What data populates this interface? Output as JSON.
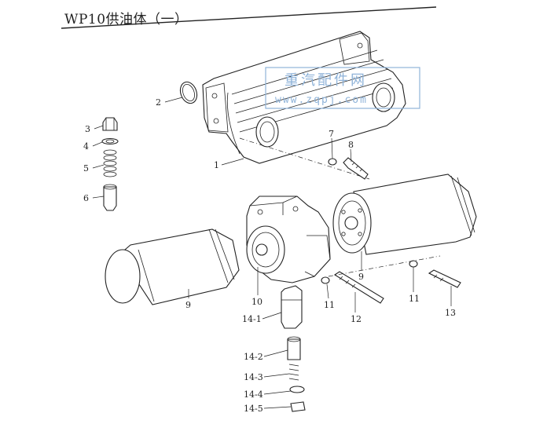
{
  "title": "WP10供油体（一）",
  "watermark": {
    "text": "重汽配件网",
    "url": "www.zqpj.com",
    "color": "#8fb3d9"
  },
  "labels": {
    "p1": "1",
    "p2": "2",
    "p3": "3",
    "p4": "4",
    "p5": "5",
    "p6": "6",
    "p7": "7",
    "p8": "8",
    "p9a": "9",
    "p9b": "9",
    "p10": "10",
    "p11a": "11",
    "p11b": "11",
    "p12": "12",
    "p13": "13",
    "p14_1": "14-1",
    "p14_2": "14-2",
    "p14_3": "14-3",
    "p14_4": "14-4",
    "p14_5": "14-5"
  }
}
